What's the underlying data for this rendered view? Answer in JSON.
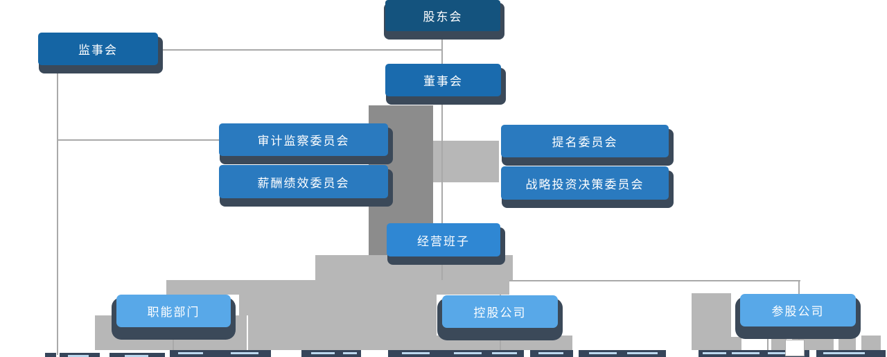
{
  "diagram": {
    "type": "org-chart",
    "language": "zh-CN"
  },
  "nodes": {
    "shareholders": {
      "label": "股东会"
    },
    "supervisory": {
      "label": "监事会"
    },
    "board": {
      "label": "董事会"
    },
    "audit_committee": {
      "label": "审计监察委员会"
    },
    "compensation_committee": {
      "label": "薪酬绩效委员会"
    },
    "nomination_committee": {
      "label": "提名委员会"
    },
    "strategy_committee": {
      "label": "战略投资决策委员会"
    },
    "management": {
      "label": "经营班子"
    },
    "functional_departments": {
      "label": "职能部门"
    },
    "holding_companies": {
      "label": "控股公司"
    },
    "participating_companies": {
      "label": "参股公司"
    }
  },
  "colors": {
    "shareholders": "#14537E",
    "supervisory": "#1565A4",
    "board": "#1A6BAE",
    "committee": "#2A7ABF",
    "management": "#2F87D3",
    "subsidiary": "#58A8E8",
    "shadow": "#3B4959",
    "line": "#A9A9A9",
    "connector_dark": "#8C8C8C",
    "connector_light": "#B7B7B7",
    "strip_dark": "#36455A",
    "strip_dash": "#BCD8EE"
  }
}
